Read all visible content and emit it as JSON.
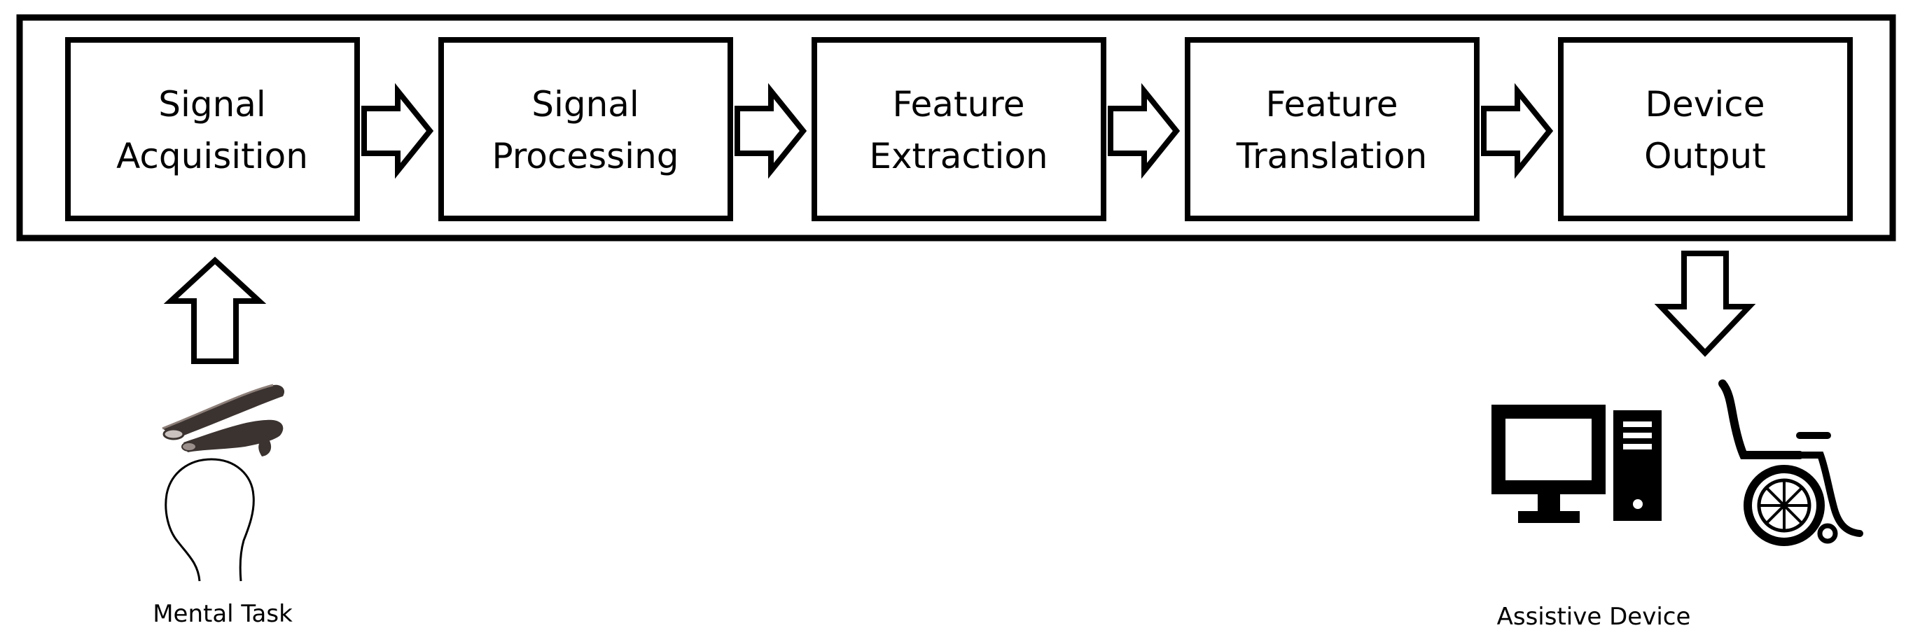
{
  "stages": [
    {
      "line1": "Signal",
      "line2": "Acquisition"
    },
    {
      "line1": "Signal",
      "line2": "Processing"
    },
    {
      "line1": "Feature",
      "line2": "Extraction"
    },
    {
      "line1": "Feature",
      "line2": "Translation"
    },
    {
      "line1": "Device",
      "line2": "Output"
    }
  ],
  "input_caption": "Mental Task",
  "output_caption": "Assistive Device",
  "colors": {
    "stroke": "#000000",
    "fill": "#ffffff",
    "headset": "#3b3330"
  },
  "icons": {
    "input_icons": [
      "eeg-headset-icon",
      "head-icon"
    ],
    "output_icons": [
      "computer-icon",
      "wheelchair-icon"
    ]
  }
}
